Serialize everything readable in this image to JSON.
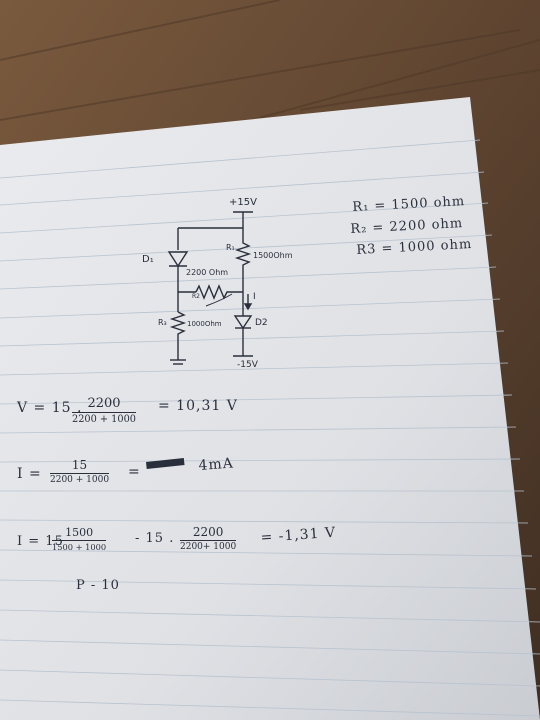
{
  "circuit": {
    "supply_top": "+15V",
    "supply_bottom": "-15V",
    "r1_label": "R₁",
    "r1_value": "1500Ohm",
    "r2_label": "2200 Ohm",
    "r3_label": "R₃",
    "r3_value": "1000Ohm",
    "d1_label": "D₁",
    "d2_label": "D2",
    "current_label": "I",
    "r2_tag": "R2"
  },
  "values_list": {
    "r1": "R₁ = 1500 ohm",
    "r2": "R₂ = 2200 ohm",
    "r3": "R3 = 1000 ohm"
  },
  "eq1": {
    "prefix": "V = 15 .",
    "numerator": "2200",
    "denominator": "2200 + 1000",
    "result": "= 10,31 V"
  },
  "eq2": {
    "prefix": "I =",
    "numerator": "15",
    "denominator": "2200 + 1000",
    "equals": "=",
    "result": "4mA"
  },
  "eq3": {
    "prefix": "I = 15",
    "numerator1": "1500",
    "denominator1": "1500 + 1000",
    "minus": "- 15 .",
    "numerator2": "2200",
    "denominator2": "2200+ 1000",
    "result": "= -1,31 V"
  },
  "eq4": {
    "text": "P - 10"
  }
}
